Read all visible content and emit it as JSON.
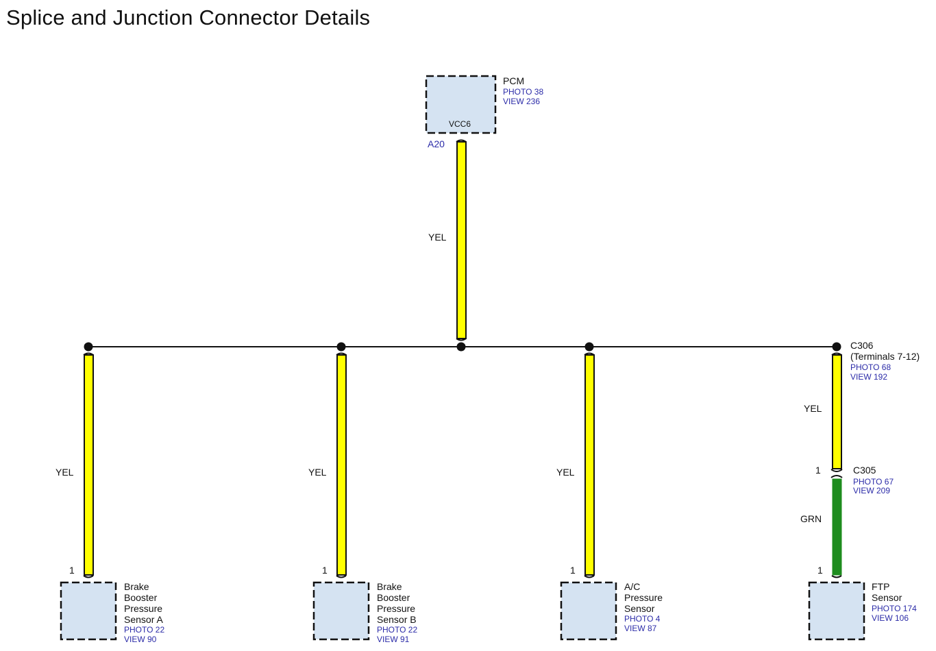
{
  "page": {
    "title": "Splice and Junction Connector Details"
  },
  "colors": {
    "wire_yellow": "#ffff00",
    "wire_green": "#1e8c1e",
    "component_fill": "#d5e3f2",
    "ref_text": "#2b2ba8"
  },
  "pcm": {
    "name": "PCM",
    "photo": "PHOTO 38",
    "view": "VIEW 236",
    "pin_name": "VCC6",
    "pin": "A20",
    "wire_color": "YEL"
  },
  "branches": [
    {
      "wire_color": "YEL",
      "pin": "1",
      "name_lines": [
        "Brake",
        "Booster",
        "Pressure",
        "Sensor A"
      ],
      "photo": "PHOTO 22",
      "view": "VIEW 90"
    },
    {
      "wire_color": "YEL",
      "pin": "1",
      "name_lines": [
        "Brake",
        "Booster",
        "Pressure",
        "Sensor B"
      ],
      "photo": "PHOTO 22",
      "view": "VIEW 91"
    },
    {
      "wire_color": "YEL",
      "pin": "1",
      "name_lines": [
        "A/C",
        "Pressure",
        "Sensor"
      ],
      "photo": "PHOTO 4",
      "view": "VIEW 87"
    }
  ],
  "c306": {
    "name": "C306",
    "detail": "(Terminals 7-12)",
    "photo": "PHOTO 68",
    "view": "VIEW 192",
    "wire_color": "YEL"
  },
  "c305": {
    "name": "C305",
    "pin": "1",
    "photo": "PHOTO 67",
    "view": "VIEW 209",
    "wire_color": "GRN"
  },
  "ftp": {
    "pin": "1",
    "name_lines": [
      "FTP",
      "Sensor"
    ],
    "photo": "PHOTO 174",
    "view": "VIEW 106"
  }
}
